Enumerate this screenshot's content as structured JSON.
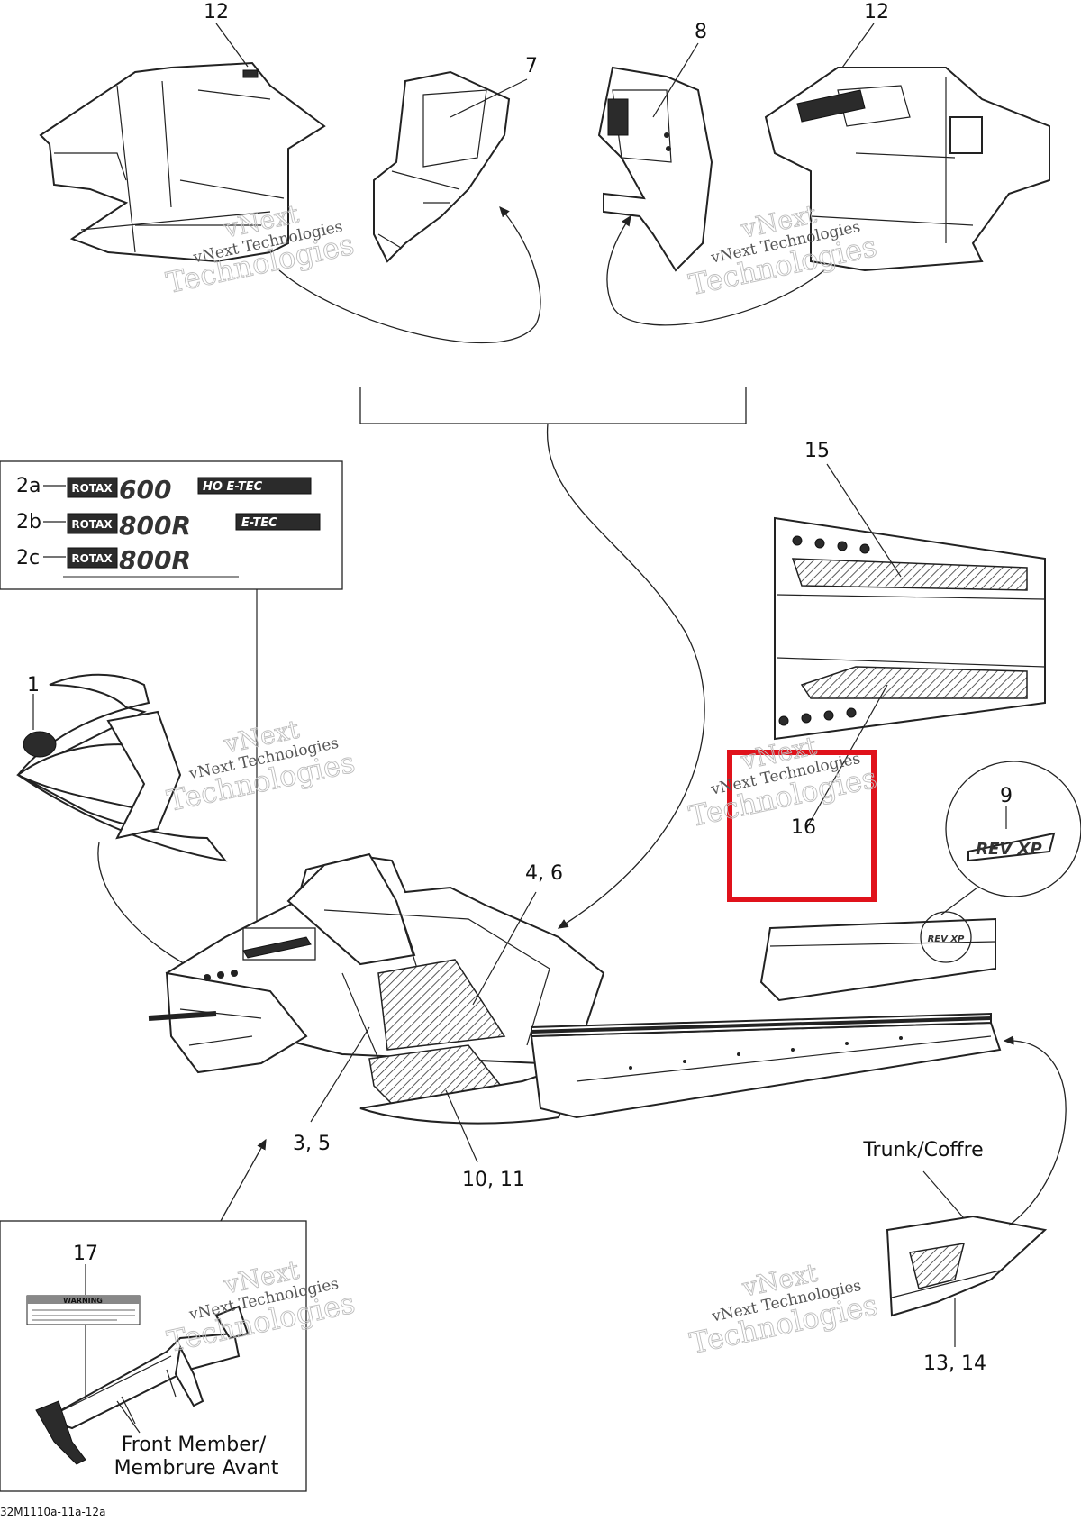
{
  "callouts": {
    "c12_left": "12",
    "c7": "7",
    "c8": "8",
    "c12_right": "12",
    "c15": "15",
    "c2a": "2a",
    "c2b": "2b",
    "c2c": "2c",
    "c1": "1",
    "c9": "9",
    "c16": "16",
    "c4_6": "4, 6",
    "c3_5": "3, 5",
    "c10_11": "10, 11",
    "c17": "17",
    "c13_14": "13, 14"
  },
  "labels": {
    "trunk": "Trunk/Coffre",
    "front_member_line1": "Front Member/",
    "front_member_line2": "Membrure Avant",
    "figure_code": "32M1110a-11a-12a"
  },
  "decals": {
    "rotax_600": {
      "brand": "ROTAX",
      "model": "600",
      "suffix": "HO E-TEC"
    },
    "rotax_800r_etec": {
      "brand": "ROTAX",
      "model": "800R",
      "suffix": "E-TEC"
    },
    "rotax_800r": {
      "brand": "ROTAX",
      "model": "800R"
    },
    "rev_xp": "REV XP",
    "warning_title": "WARNING"
  },
  "watermark": {
    "line1": "vNext",
    "line2": "vNext Technologies",
    "line3": "Technologies"
  },
  "colors": {
    "highlight": "#e0121b",
    "ink": "#222222"
  }
}
